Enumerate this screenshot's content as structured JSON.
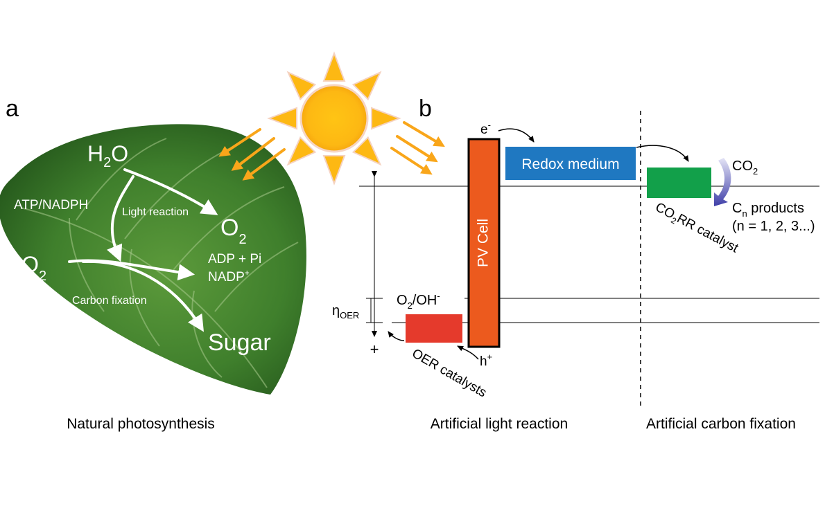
{
  "panel_a": {
    "letter": "a",
    "h2o_h": "H",
    "h2o_sub": "2",
    "h2o_o": "O",
    "atp": "ATP/NADPH",
    "light_reaction": "Light reaction",
    "o2_o": "O",
    "o2_sub": "2",
    "co2_c": "CO",
    "co2_sub": "2",
    "adp_pi": "ADP + Pi",
    "nadp": "NADP",
    "nadp_sup": "+",
    "carbon_fixation": "Carbon fixation",
    "sugar": "Sugar",
    "caption": "Natural photosynthesis"
  },
  "panel_b": {
    "letter": "b",
    "e_base": "e",
    "e_sup": "-",
    "redox_medium": "Redox medium",
    "co2_c": "CO",
    "co2_sub": "2",
    "cn_c": "C",
    "cn_sub": "n",
    "cn_rest": " products",
    "n_series": "(n = 1, 2, 3...)",
    "co2rr_a": "CO",
    "co2rr_sub": "2",
    "co2rr_b": "RR catalyst",
    "pv_cell": "PV Cell",
    "minus": "-",
    "plus": "+",
    "eta_base": "η",
    "eta_sub": "OER",
    "o2oh_o": "O",
    "o2oh_sub": "2",
    "o2oh_rest": "/OH",
    "o2oh_sup": "-",
    "h_base": "h",
    "h_sup": "+",
    "oer_catalysts": "OER catalysts",
    "caption_light": "Artificial light reaction",
    "caption_carbon": "Artificial carbon fixation"
  },
  "colors": {
    "sun": "#FDB813",
    "sun_rays": "#F9A61A",
    "pv_cell": "#EC5A1E",
    "redox_medium": "#1F78C1",
    "co2rr_catalyst": "#12A04A",
    "oer_catalyst": "#E53A2C",
    "leaf": "#3f7f2c",
    "co2_arrow": "#4a4ab0"
  }
}
